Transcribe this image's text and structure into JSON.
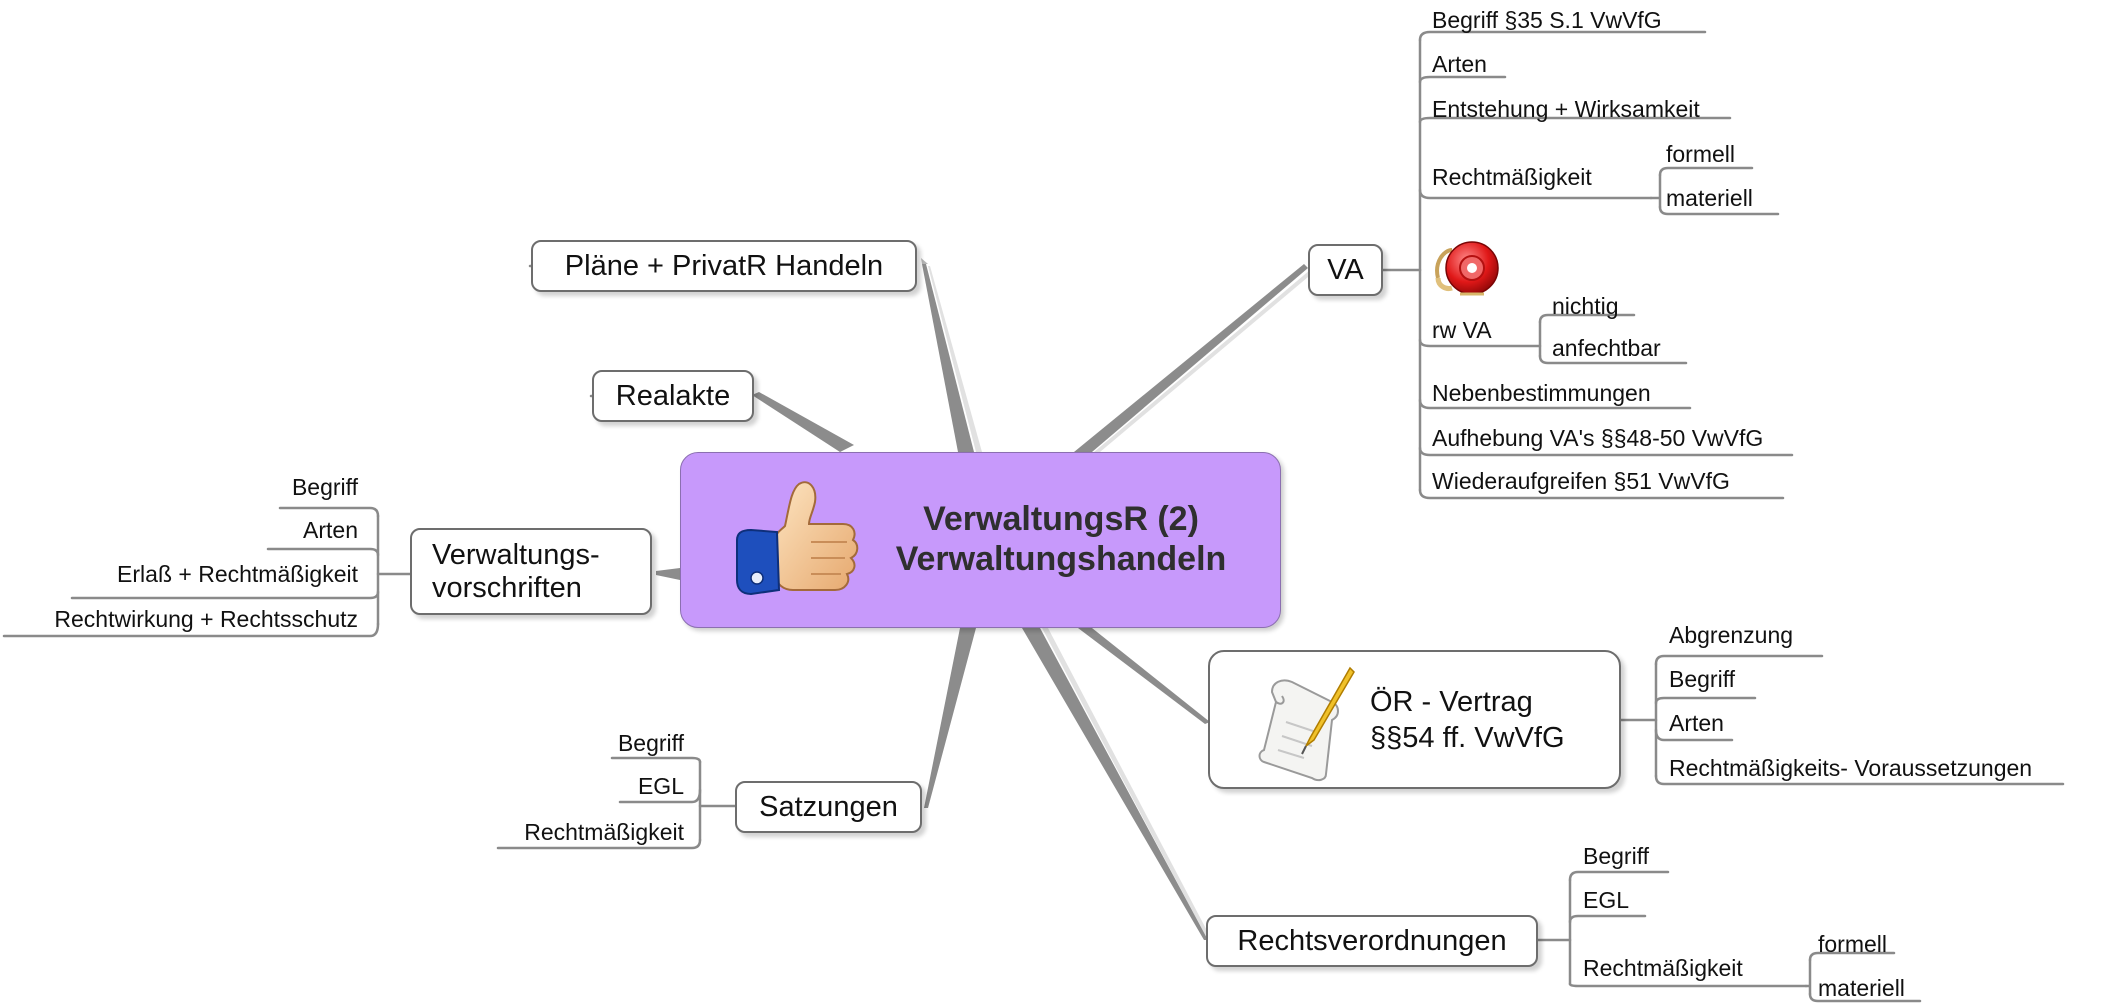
{
  "central_topic": {
    "line1": "VerwaltungsR (2)",
    "line2": "Verwaltungshandeln",
    "icon": "thumbs-up-icon",
    "color": "#c799fb"
  },
  "branches": {
    "plaene": {
      "label": "Pläne + PrivatR Handeln"
    },
    "realakte": {
      "label": "Realakte"
    },
    "verwaltungsvorschriften": {
      "label_line1": "Verwaltungs-",
      "label_line2": "vorschriften",
      "items": [
        "Begriff",
        "Arten",
        "Erlaß + Rechtmäßigkeit",
        "Rechtwirkung + Rechtsschutz"
      ]
    },
    "satzungen": {
      "label": "Satzungen",
      "items": [
        "Begriff",
        "EGL",
        "Rechtmäßigkeit"
      ]
    },
    "va": {
      "label": "VA",
      "items": [
        "Begriff §35 S.1 VwVfG",
        "Arten",
        "Entstehung + Wirksamkeit",
        "Rechtmäßigkeit",
        "rw VA",
        "Nebenbestimmungen",
        "Aufhebung VA's §§48-50 VwVfG",
        "Wiederaufgreifen §51 VwVfG"
      ],
      "rechtmaessigkeit_sub": [
        "formell",
        "materiell"
      ],
      "rw_va_sub": [
        "nichtig",
        "anfechtbar"
      ],
      "rw_va_icon": "alarm-bell-icon"
    },
    "oer_vertrag": {
      "label_line1": "ÖR - Vertrag",
      "label_line2": "§§54 ff. VwVfG",
      "icon": "scroll-quill-icon",
      "items": [
        "Abgrenzung",
        "Begriff",
        "Arten",
        "Rechtmäßigkeits- Voraussetzungen"
      ]
    },
    "rechtsverordnungen": {
      "label": "Rechtsverordnungen",
      "items": [
        "Begriff",
        "EGL",
        "Rechtmäßigkeit"
      ],
      "rechtmaessigkeit_sub": [
        "formell",
        "materiell"
      ]
    }
  },
  "colors": {
    "connector": "#8a8a8a",
    "border": "#6d6d6d",
    "central_fill": "#c799fb"
  }
}
